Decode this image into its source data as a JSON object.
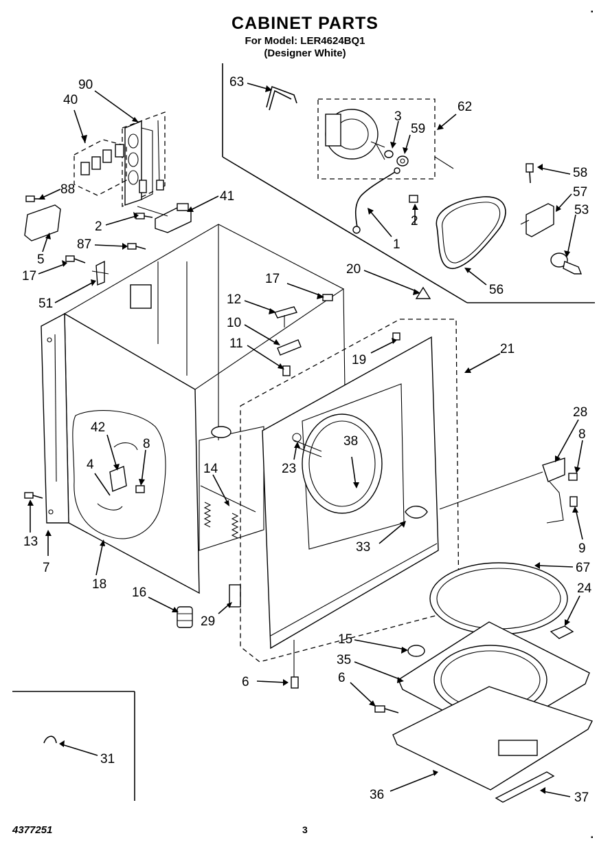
{
  "header": {
    "title": "CABINET PARTS",
    "model": "For Model: LER4624BQ1",
    "variant": "(Designer White)"
  },
  "footer": {
    "doc_number": "4377251",
    "page": "3"
  },
  "callouts": {
    "c90": "90",
    "c40": "40",
    "c88": "88",
    "c41": "41",
    "c2a": "2",
    "c5": "5",
    "c87": "87",
    "c17a": "17",
    "c51": "51",
    "c63": "63",
    "c3": "3",
    "c59": "59",
    "c62": "62",
    "c58": "58",
    "c57": "57",
    "c53": "53",
    "c1": "1",
    "c2b": "2",
    "c56": "56",
    "c20": "20",
    "c17b": "17",
    "c12": "12",
    "c10": "10",
    "c11": "11",
    "c19": "19",
    "c21": "21",
    "c42": "42",
    "c8a": "8",
    "c4": "4",
    "c13": "13",
    "c7": "7",
    "c18": "18",
    "c14": "14",
    "c16": "16",
    "c29": "29",
    "c38": "38",
    "c23": "23",
    "c33": "33",
    "c28": "28",
    "c8b": "8",
    "c9": "9",
    "c67": "67",
    "c24": "24",
    "c15": "15",
    "c35": "35",
    "c6a": "6",
    "c6b": "6",
    "c36": "36",
    "c37": "37",
    "c31": "31"
  }
}
